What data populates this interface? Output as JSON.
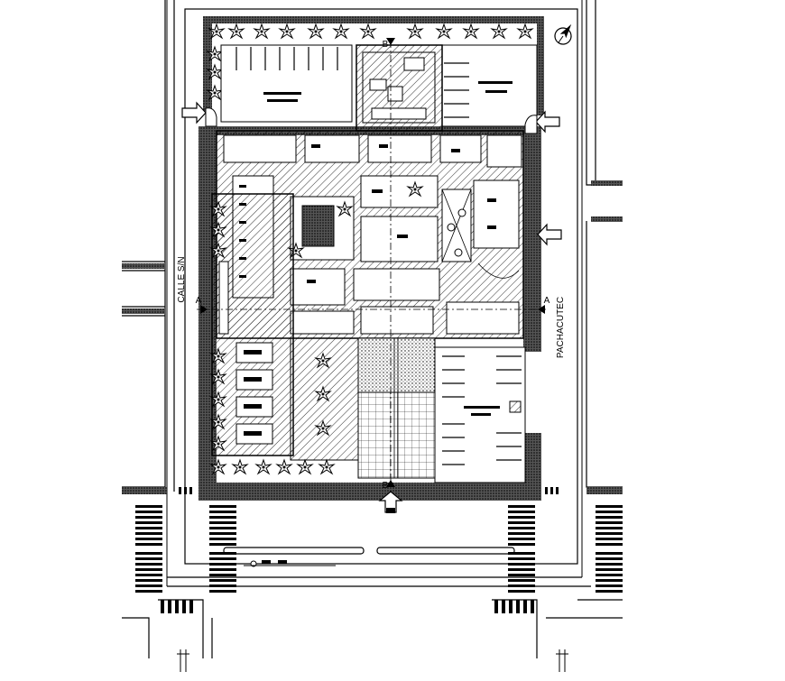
{
  "streets": {
    "left": "CALLE S/N",
    "right": "PACHACUTEC"
  },
  "section_markers": {
    "a_left": "A",
    "a_right": "A",
    "b_top": "B",
    "b_bottom": "B"
  },
  "zones": {
    "parking_top_left": "",
    "parking_top_right": "",
    "parking_public": ""
  },
  "colors": {
    "ink": "#000000",
    "paper": "#ffffff",
    "hatch": "#000000"
  },
  "icons": {
    "north_arrow": "north-arrow-icon",
    "entrance_arrow": "entrance-arrow-icon"
  }
}
